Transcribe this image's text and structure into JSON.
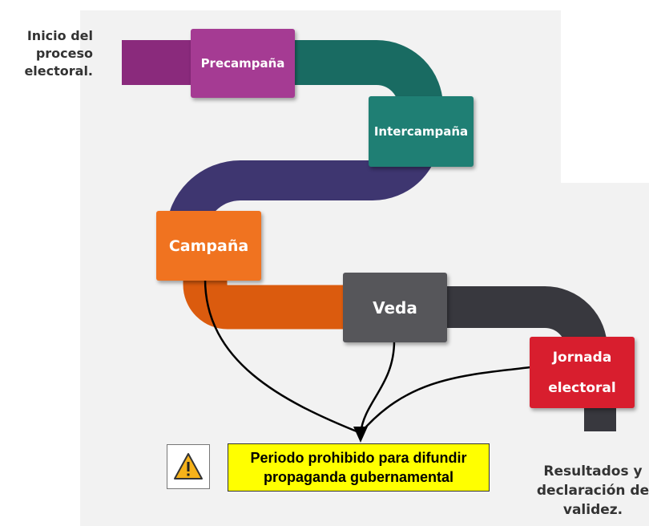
{
  "start_label": "Inicio del\nproceso\nelectoral.",
  "end_label": "Resultados y\ndeclaración de\nvalidez.",
  "stages": {
    "precampana": {
      "label": "Precampaña",
      "color": "#a53b93"
    },
    "intercampana": {
      "label": "Intercampaña",
      "color": "#1f7f74"
    },
    "campana": {
      "label": "Campaña",
      "color": "#f07320"
    },
    "veda": {
      "label": "Veda",
      "color": "#56565a"
    },
    "jornada": {
      "label_line1": "Jornada",
      "label_line2": "electoral",
      "color": "#d81e2e"
    }
  },
  "pipe_colors": {
    "precampana": "#8a2a7c",
    "intercampana": "#196b62",
    "purple_band": "#3e3670",
    "campana": "#db5b0e",
    "veda": "#38383e"
  },
  "notice": {
    "line1": "Periodo prohibido para difundir",
    "line2": "propaganda gubernamental",
    "color": "#ffff00"
  },
  "warning_icon": "warning-triangle-icon"
}
